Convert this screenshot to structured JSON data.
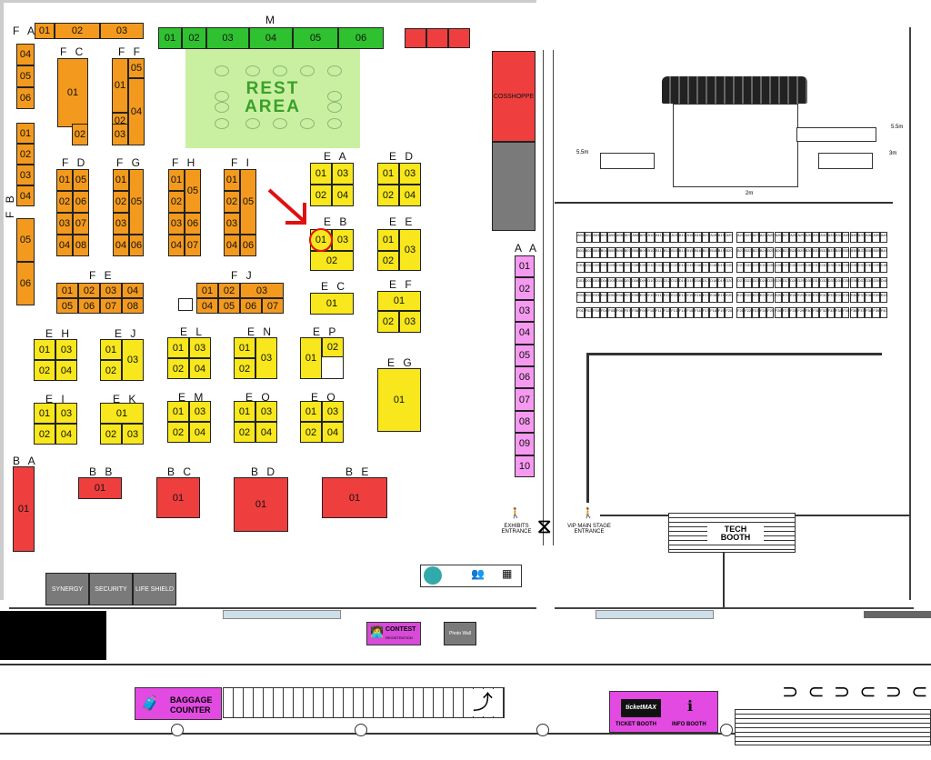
{
  "rest_area": {
    "line1": "REST",
    "line2": "AREA"
  },
  "zones": {
    "m": {
      "label": "M",
      "cells": [
        "01",
        "02",
        "03",
        "04",
        "05",
        "06"
      ]
    },
    "fa": {
      "label": "F A",
      "cells": [
        "01",
        "02",
        "03"
      ]
    },
    "fb": {
      "label": "F B",
      "cells": [
        "01",
        "02",
        "03",
        "04",
        "05",
        "06"
      ]
    },
    "fa_col": {
      "cells": [
        "04",
        "05",
        "06"
      ]
    },
    "fc": {
      "label": "F C",
      "cells": [
        "01",
        "02"
      ]
    },
    "ff": {
      "label": "F F",
      "cells": [
        "01",
        "02",
        "03",
        "04",
        "05"
      ]
    },
    "fd": {
      "label": "F D",
      "cells": [
        "01",
        "02",
        "03",
        "04",
        "05",
        "06",
        "07",
        "08"
      ]
    },
    "fg": {
      "label": "F G",
      "cells": [
        "01",
        "02",
        "03",
        "04",
        "05",
        "06"
      ]
    },
    "fh": {
      "label": "F H",
      "cells": [
        "01",
        "02",
        "03",
        "04",
        "05",
        "06",
        "07"
      ]
    },
    "fi": {
      "label": "F I",
      "cells": [
        "01",
        "02",
        "03",
        "04",
        "05",
        "06"
      ]
    },
    "fe": {
      "label": "F E",
      "cells": [
        "01",
        "02",
        "03",
        "04",
        "05",
        "06",
        "07",
        "08"
      ]
    },
    "fj": {
      "label": "F J",
      "cells": [
        "01",
        "02",
        "03",
        "04",
        "05",
        "06",
        "07"
      ]
    },
    "ea": {
      "label": "E A",
      "cells": [
        "01",
        "03",
        "02",
        "04"
      ]
    },
    "ed": {
      "label": "E D",
      "cells": [
        "01",
        "03",
        "02",
        "04"
      ]
    },
    "eb": {
      "label": "E B",
      "cells": [
        "01",
        "03",
        "02"
      ]
    },
    "ee": {
      "label": "E E",
      "cells": [
        "01",
        "03",
        "02"
      ]
    },
    "ec": {
      "label": "E C",
      "cells": [
        "01"
      ]
    },
    "ef": {
      "label": "E F",
      "cells": [
        "01",
        "02",
        "03"
      ]
    },
    "eh": {
      "label": "E H",
      "cells": [
        "01",
        "03",
        "02",
        "04"
      ]
    },
    "ej": {
      "label": "E J",
      "cells": [
        "01",
        "03",
        "02"
      ]
    },
    "el": {
      "label": "E L",
      "cells": [
        "01",
        "03",
        "02",
        "04"
      ]
    },
    "en": {
      "label": "E N",
      "cells": [
        "01",
        "03",
        "02"
      ]
    },
    "ep": {
      "label": "E P",
      "cells": [
        "02",
        "01"
      ]
    },
    "eg": {
      "label": "E G",
      "cells": [
        "01"
      ]
    },
    "ei": {
      "label": "E I",
      "cells": [
        "01",
        "03",
        "02",
        "04"
      ]
    },
    "ek": {
      "label": "E K",
      "cells": [
        "01",
        "02",
        "03"
      ]
    },
    "em": {
      "label": "E M",
      "cells": [
        "01",
        "03",
        "02",
        "04"
      ]
    },
    "eo": {
      "label": "E O",
      "cells": [
        "01",
        "03",
        "02",
        "04"
      ]
    },
    "eq": {
      "label": "E Q",
      "cells": [
        "01",
        "03",
        "02",
        "04"
      ]
    },
    "aa": {
      "label": "A A",
      "cells": [
        "01",
        "02",
        "03",
        "04",
        "05",
        "06",
        "07",
        "08",
        "09",
        "10"
      ]
    },
    "ba": {
      "label": "B A",
      "cells": [
        "01"
      ]
    },
    "bb": {
      "label": "B B",
      "cells": [
        "01"
      ]
    },
    "bc": {
      "label": "B C",
      "cells": [
        "01"
      ]
    },
    "bd": {
      "label": "B D",
      "cells": [
        "01"
      ]
    },
    "be": {
      "label": "B E",
      "cells": [
        "01"
      ]
    }
  },
  "cosshoppe": "COSSHOPPE",
  "facilities": {
    "synergy": "SYNERGY",
    "security": "SECURITY",
    "lifeshield": "LIFE SHIELD",
    "photo_wall": "Photo Wall"
  },
  "contest": {
    "line1": "CONTEST",
    "line2": "REGISTRATION"
  },
  "baggage": {
    "line1": "BAGGAGE",
    "line2": "COUNTER"
  },
  "ticket_booth": "TICKET BOOTH",
  "ticketmax": "ticketMAX",
  "info_booth": "INFO BOOTH",
  "tech_booth": {
    "line1": "TECH",
    "line2": "BOOTH"
  },
  "exhibits_entrance": {
    "line1": "EXHIBITS",
    "line2": "ENTRANCE"
  },
  "vip_entrance": {
    "line1": "VIP MAIN STAGE",
    "line2": "ENTRANCE"
  },
  "stage_dims": {
    "d1": "5.5m",
    "d2": "3m",
    "d3": "2m",
    "d4": "5.5m"
  },
  "seat_prefixes": [
    "A",
    "B",
    "C",
    "D",
    "E",
    "F"
  ],
  "colors": {
    "orange": "#f39a1e",
    "yellow": "#f7e71c",
    "red": "#ee3e3e",
    "green": "#2fc12f",
    "pink": "#f59af0",
    "rest": "#c9f0a0",
    "marker": "#e01010"
  }
}
